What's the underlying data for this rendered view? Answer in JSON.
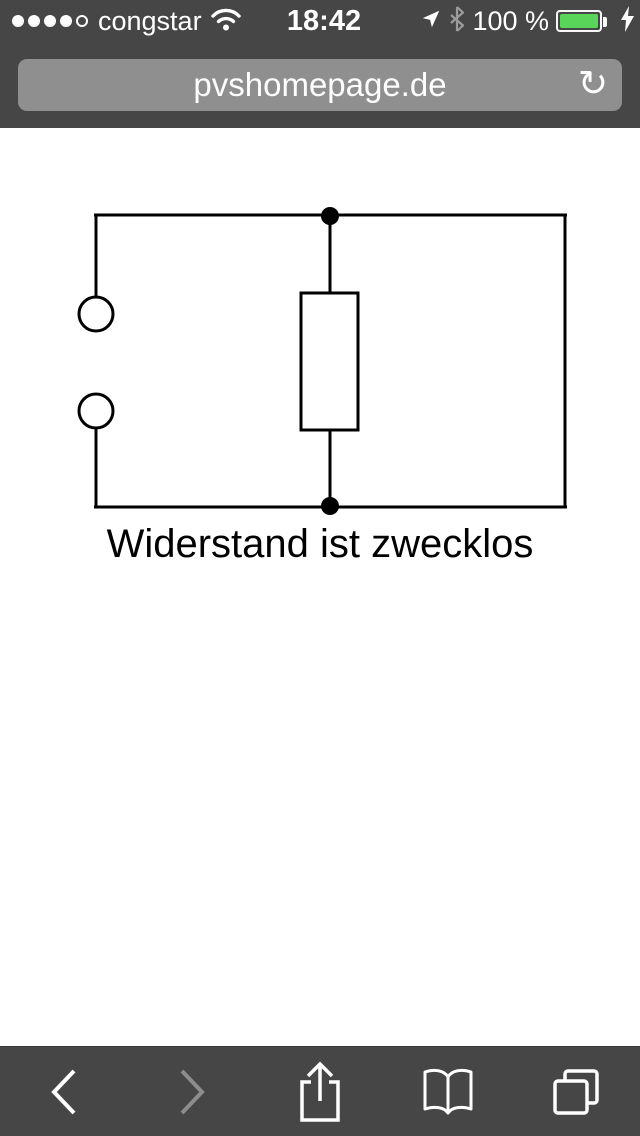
{
  "status_bar": {
    "carrier": "congstar",
    "time": "18:42",
    "battery_percent": "100 %"
  },
  "url_bar": {
    "url": "pvshomepage.de"
  },
  "page": {
    "caption": "Widerstand ist zwecklos"
  },
  "icons": {
    "reload": "↻"
  },
  "colors": {
    "chrome_gray": "#464646",
    "url_field_gray": "#8f8f8f",
    "battery_green": "#59d659",
    "diagram_ink": "#000000",
    "disabled_icon": "#8d8d8d"
  }
}
